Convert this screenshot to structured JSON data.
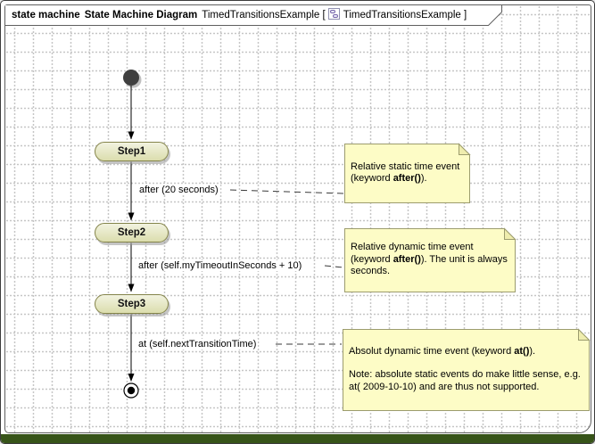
{
  "title": {
    "keyword": "state machine",
    "diagram_type": "State Machine Diagram",
    "diagram_name": "TimedTransitionsExample [",
    "context_name": "TimedTransitionsExample ]"
  },
  "states": [
    {
      "label": "Step1"
    },
    {
      "label": "Step2"
    },
    {
      "label": "Step3"
    }
  ],
  "transitions": [
    {
      "label": "after (20 seconds)"
    },
    {
      "label": "after (self.myTimeoutInSeconds + 10)"
    },
    {
      "label": "at (self.nextTransitionTime)"
    }
  ],
  "notes": [
    {
      "pre": "Relative static time event (keyword ",
      "keyword": "after()",
      "post": ")."
    },
    {
      "pre": "Relative dynamic time event (keyword ",
      "keyword": "after()",
      "post": "). The unit is always seconds."
    },
    {
      "pre": "Absolut dynamic time event (keyword ",
      "keyword": "at()",
      "post": ").",
      "para2": "Note: absolute static events do make little sense, e.g. at( 2009-10-10) and are thus not supported."
    }
  ],
  "colors": {
    "state_fill_top": "#F2F3E0",
    "state_fill_bottom": "#DBDDAD",
    "state_border": "#84844A",
    "note_fill": "#FDFCC6",
    "note_border": "#9C9C6E",
    "bottom_bar": "#375419"
  }
}
